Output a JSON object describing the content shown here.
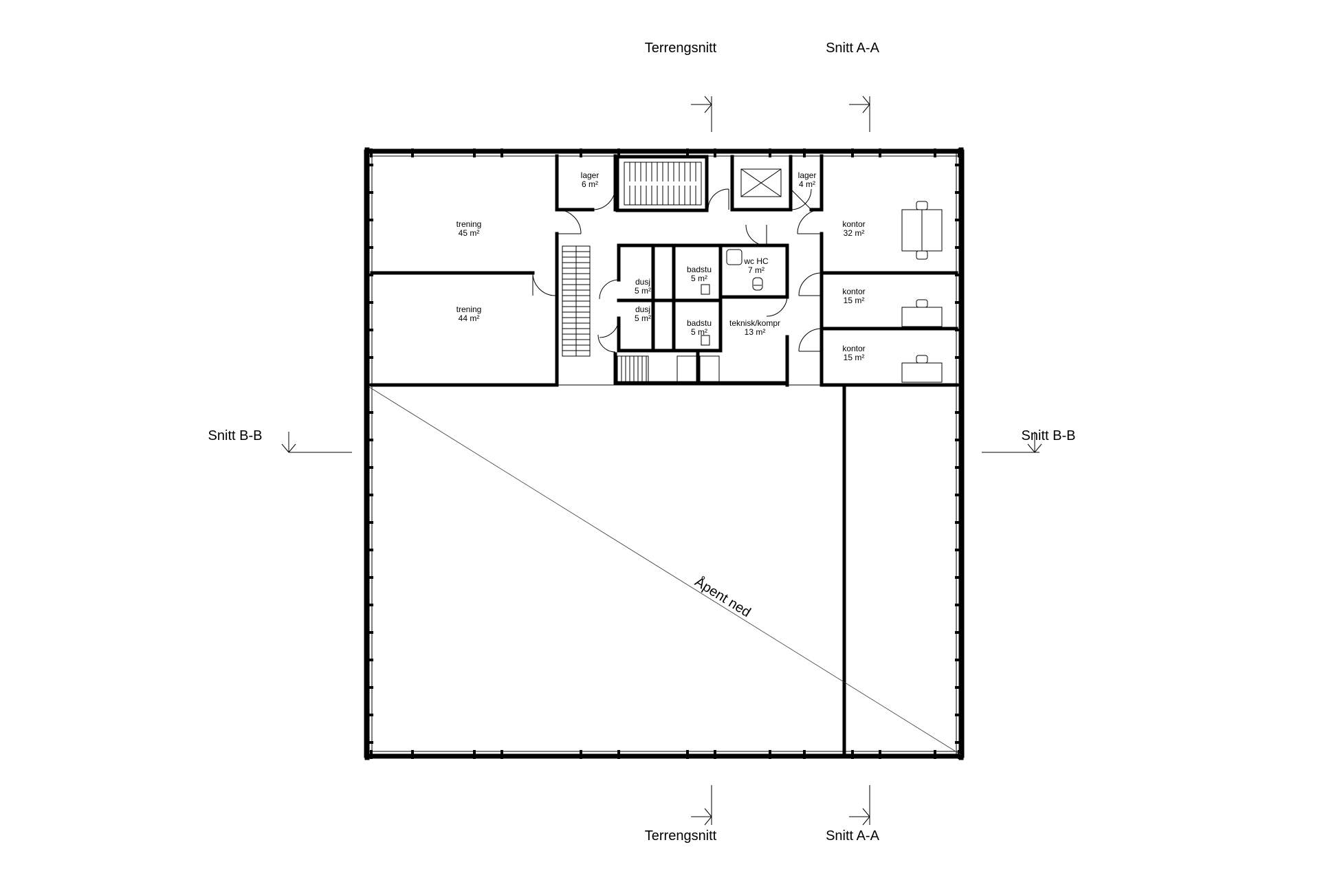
{
  "sections": {
    "terrain_top": "Terrengsnitt",
    "aa_top": "Snitt A-A",
    "bb_left": "Snitt B-B",
    "bb_right": "Snitt B-B",
    "terrain_bottom": "Terrengsnitt",
    "aa_bottom": "Snitt A-A"
  },
  "rooms": {
    "trening1": {
      "name": "trening",
      "area": "45 m²"
    },
    "trening2": {
      "name": "trening",
      "area": "44 m²"
    },
    "lager1": {
      "name": "lager",
      "area": "6 m²"
    },
    "lager2": {
      "name": "lager",
      "area": "4 m²"
    },
    "kontor1": {
      "name": "kontor",
      "area": "32 m²"
    },
    "kontor2": {
      "name": "kontor",
      "area": "15 m²"
    },
    "kontor3": {
      "name": "kontor",
      "area": "15 m²"
    },
    "dusj1": {
      "name": "dusj",
      "area": "5 m²"
    },
    "dusj2": {
      "name": "dusj",
      "area": "5 m²"
    },
    "badstu1": {
      "name": "badstu",
      "area": "5 m²"
    },
    "badstu2": {
      "name": "badstu",
      "area": "5 m²"
    },
    "wc": {
      "name": "wc HC",
      "area": "7 m²"
    },
    "teknisk": {
      "name": "teknisk/kompr",
      "area": "13 m²"
    }
  },
  "open_below": "Åpent ned"
}
